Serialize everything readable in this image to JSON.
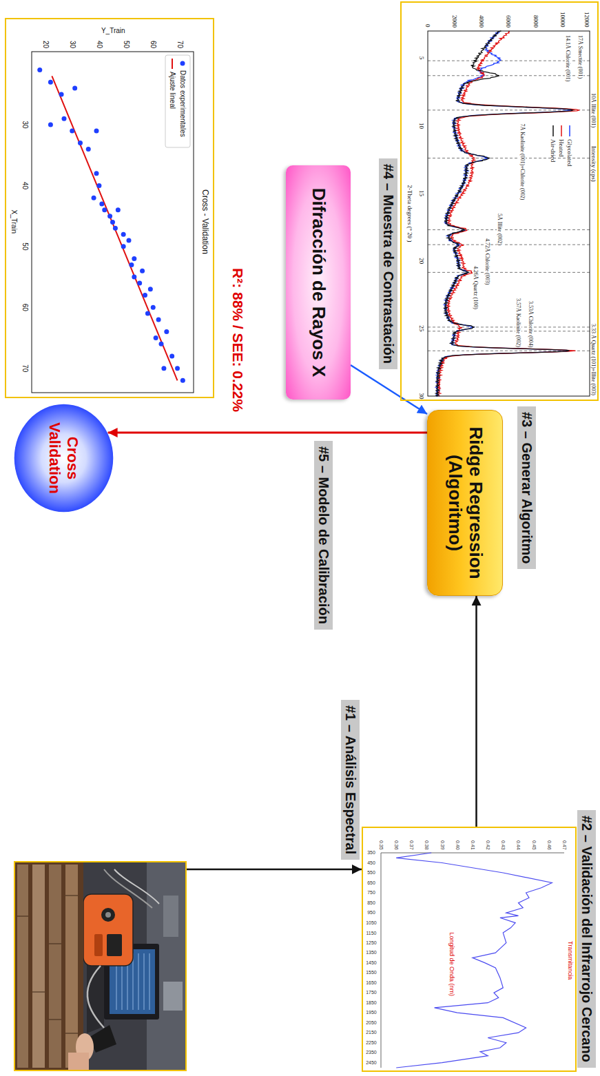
{
  "diagram": {
    "nodes": [
      {
        "text": [
          "#1 – Análisis Espectral"
        ]
      },
      {
        "text": [
          "#2 – Validación del Infrarrojo Cercano",
          "Transmitancia",
          "Longitud de Onda (nm)"
        ]
      },
      {
        "text": [
          "#3 – Generar Algoritmo",
          "Ridge Regression (Algoritmo)"
        ]
      },
      {
        "text": [
          "#4 – Muestra de Contrastación",
          "Intensity (cps)",
          "2-Theta degrees (° 2θ )"
        ]
      },
      {
        "text": [
          "Difracción de Rayos X"
        ]
      },
      {
        "text": [
          "Cross Validation"
        ]
      },
      {
        "text": [
          "Cross - Validation"
        ]
      }
    ],
    "edges": [
      {
        "from": 0,
        "to": 1,
        "arrow": "to"
      },
      {
        "from": 1,
        "to": 2,
        "arrow": "to"
      },
      {
        "from": 4,
        "to": 2,
        "arrow": "to"
      },
      {
        "from": 2,
        "to": 5,
        "arrow": "to"
      }
    ],
    "labels": [
      "R²: 88% / SEE: 0.22%",
      "#5 – Modelo de Calibración",
      "17Å Smectite (001)",
      "14.1Å Chlorite (001)",
      "10Å Illite (001)",
      "7Å Kaolinite (001)+Chlorite (002)",
      "5Å Illite (002)",
      "4.72Å Chlorite (003)",
      "4.26Å Quartz (100)",
      "3.57Å Kaolinite (002)",
      "3.53Å Chlorite (004)",
      "3.33 Å Quartz (101)+Illite (003)",
      "5",
      "10",
      "15",
      "20",
      "25",
      "30",
      "0",
      "2000",
      "4000",
      "6000",
      "8000",
      "10000",
      "12000",
      "350",
      "450",
      "550",
      "650",
      "750",
      "850",
      "950",
      "1050",
      "1150",
      "1250",
      "1350",
      "1450",
      "1550",
      "1650",
      "1750",
      "1850",
      "1950",
      "2050",
      "2150",
      "2250",
      "2350",
      "2450",
      "0.35",
      "0.36",
      "0.37",
      "0.38",
      "0.39",
      "0.40",
      "0.41",
      "0.42",
      "0.43",
      "0.44",
      "0.45",
      "0.46",
      "0.47",
      "Y_Train",
      "X_Train",
      "30",
      "40",
      "50",
      "60",
      "70",
      "20",
      "30",
      "40",
      "50",
      "60",
      "70"
    ],
    "legend": [
      {
        "text": "Glycolated"
      },
      {
        "text": "Heated"
      },
      {
        "text": "Air-dried"
      },
      {
        "text": "Datos experimentales"
      },
      {
        "text": "Ajuste lineal"
      }
    ]
  }
}
